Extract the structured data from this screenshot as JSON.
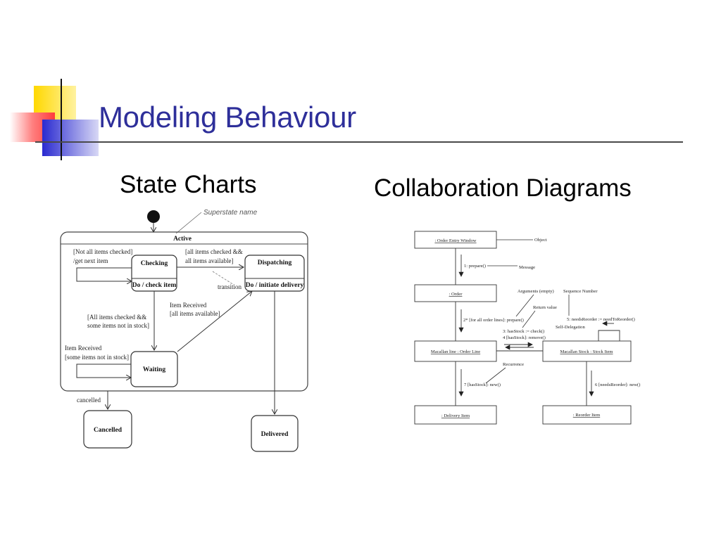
{
  "slide": {
    "title": "Modeling Behaviour",
    "left_heading": "State Charts",
    "right_heading": "Collaboration Diagrams",
    "accent_color": "#2e2f9a"
  },
  "state_chart": {
    "superstate_annotation": "Superstate name",
    "superstate": "Active",
    "checking": {
      "name": "Checking",
      "activity": "Do / check item"
    },
    "dispatching": {
      "name": "Dispatching",
      "activity": "Do / initiate delivery"
    },
    "waiting": {
      "name": "Waiting"
    },
    "cancelled": {
      "name": "Cancelled"
    },
    "delivered": {
      "name": "Delivered"
    },
    "labels": {
      "not_all_1": "[Not all items checked]",
      "not_all_2": "/get next item",
      "all_avail_1": "[all items checked &&",
      "all_avail_2": "all items available]",
      "transition": "transition",
      "item_recv_1": "Item Received",
      "item_recv_2": "[all items available]",
      "all_some_1": "[All items checked &&",
      "all_some_2": "some items not in stock]",
      "recv_some_1": "Item Received",
      "recv_some_2": "[some items not in stock]",
      "cancelled": "cancelled"
    }
  },
  "collab": {
    "objects": {
      "order_entry": ": Order Entry Window",
      "order": ": Order",
      "order_line": "Macallan line : Order Line",
      "stock_item": "Macallan Stock : Stock Item",
      "delivery_item": ": Delivery Item",
      "reorder_item": ": Reorder Item"
    },
    "annotations": {
      "object": "Object",
      "message": "Message",
      "arguments": "Arguments (empty)",
      "sequence": "Sequence Number",
      "return_value": "Return value",
      "self_delegation": "Self-Delegation",
      "recurrence": "Recurrence"
    },
    "messages": {
      "m1": "1: prepare()",
      "m2": "2* [for all order lines]: prepare()",
      "m3": "3: hasStock := check()",
      "m4": "4 [hasStock]: remove()",
      "m5": "5: needsReorder := needToReorder()",
      "m6": "6 [needsReorder]: new()",
      "m7": "7 [hasStock]: new()"
    }
  }
}
